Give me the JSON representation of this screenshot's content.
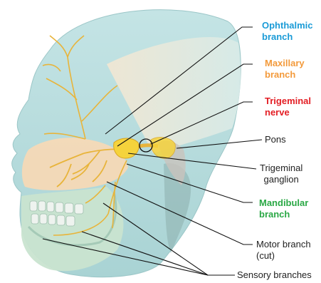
{
  "labels": {
    "ophthalmic": {
      "line1": "Ophthalmic",
      "line2": "branch",
      "color": "#1a9bd7"
    },
    "maxillary": {
      "line1": "Maxillary",
      "line2": "branch",
      "color": "#f39a3b"
    },
    "trigeminal_nerve": {
      "line1": "Trigeminal",
      "line2": "nerve",
      "color": "#e31e24"
    },
    "pons": {
      "text": "Pons"
    },
    "trigeminal_ganglion": {
      "line1": "Trigeminal",
      "line2": "ganglion"
    },
    "mandibular": {
      "line1": "Mandibular",
      "line2": "branch",
      "color": "#2aa845"
    },
    "motor_branch": {
      "line1": "Motor branch",
      "line2": "(cut)"
    },
    "sensory_branches": {
      "text": "Sensory branches"
    }
  },
  "colors": {
    "head_blue": "#b9dfe0",
    "head_green": "#c9e4d0",
    "maxillary_zone": "#f6d9b6",
    "nerve": "#e8b43a",
    "ganglion": "#f5d33c",
    "skull_cream": "#f4e6cc",
    "leader_line": "#111111",
    "text": "#222222"
  }
}
